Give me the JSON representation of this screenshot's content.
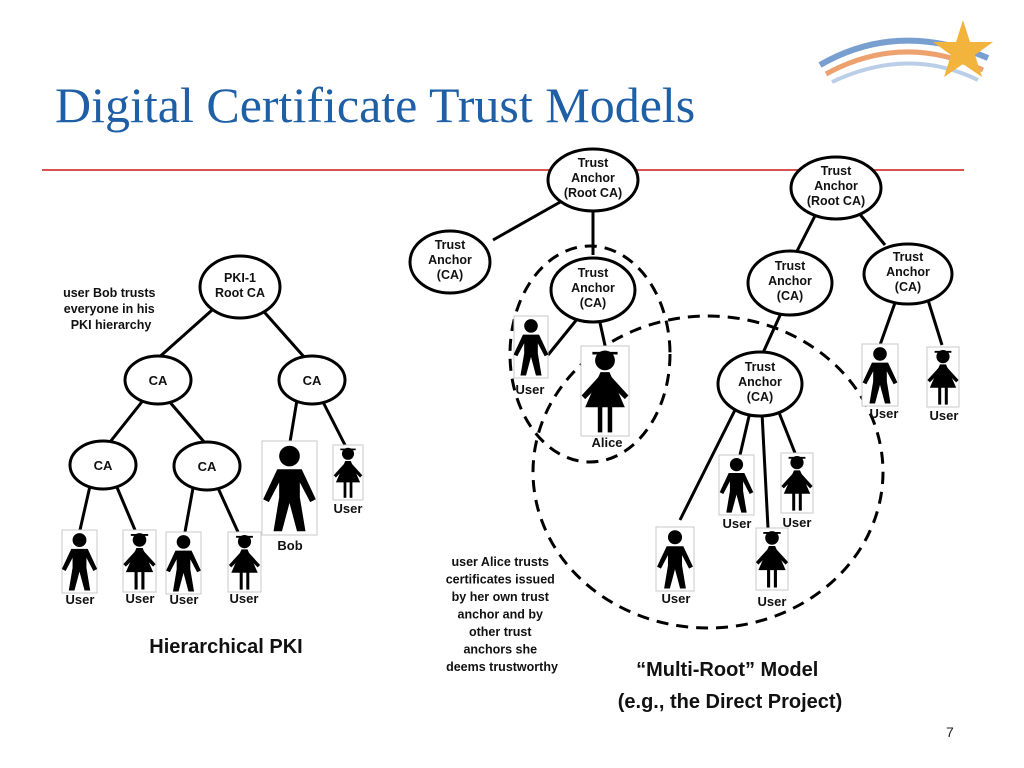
{
  "slide": {
    "title": "Digital Certificate Trust Models",
    "page_number": "7"
  },
  "hierarchical": {
    "root": [
      "PKI-1",
      "Root CA"
    ],
    "ca_label": "CA",
    "note": [
      "user Bob trusts",
      "everyone in his",
      "PKI hierarchy"
    ],
    "user_label": "User",
    "bob_label": "Bob",
    "caption": "Hierarchical PKI"
  },
  "multiroot": {
    "root_anchor": [
      "Trust",
      "Anchor",
      "(Root CA)"
    ],
    "ca_anchor": [
      "Trust",
      "Anchor",
      "(CA)"
    ],
    "user_label": "User",
    "alice_label": "Alice",
    "note": [
      "user Alice trusts",
      "certificates issued",
      "by her own trust",
      "anchor and by",
      "other trust",
      "anchors she",
      "deems trustworthy"
    ],
    "caption": [
      "“Multi-Root” Model",
      "(e.g., the Direct Project)"
    ]
  },
  "colors": {
    "title": "#1f5fa6",
    "rule": "#d9534f",
    "logo_star": "#f2b43c",
    "logo_swoosh_blue": "#4b7fbf",
    "logo_swoosh_orange": "#e8894a"
  }
}
